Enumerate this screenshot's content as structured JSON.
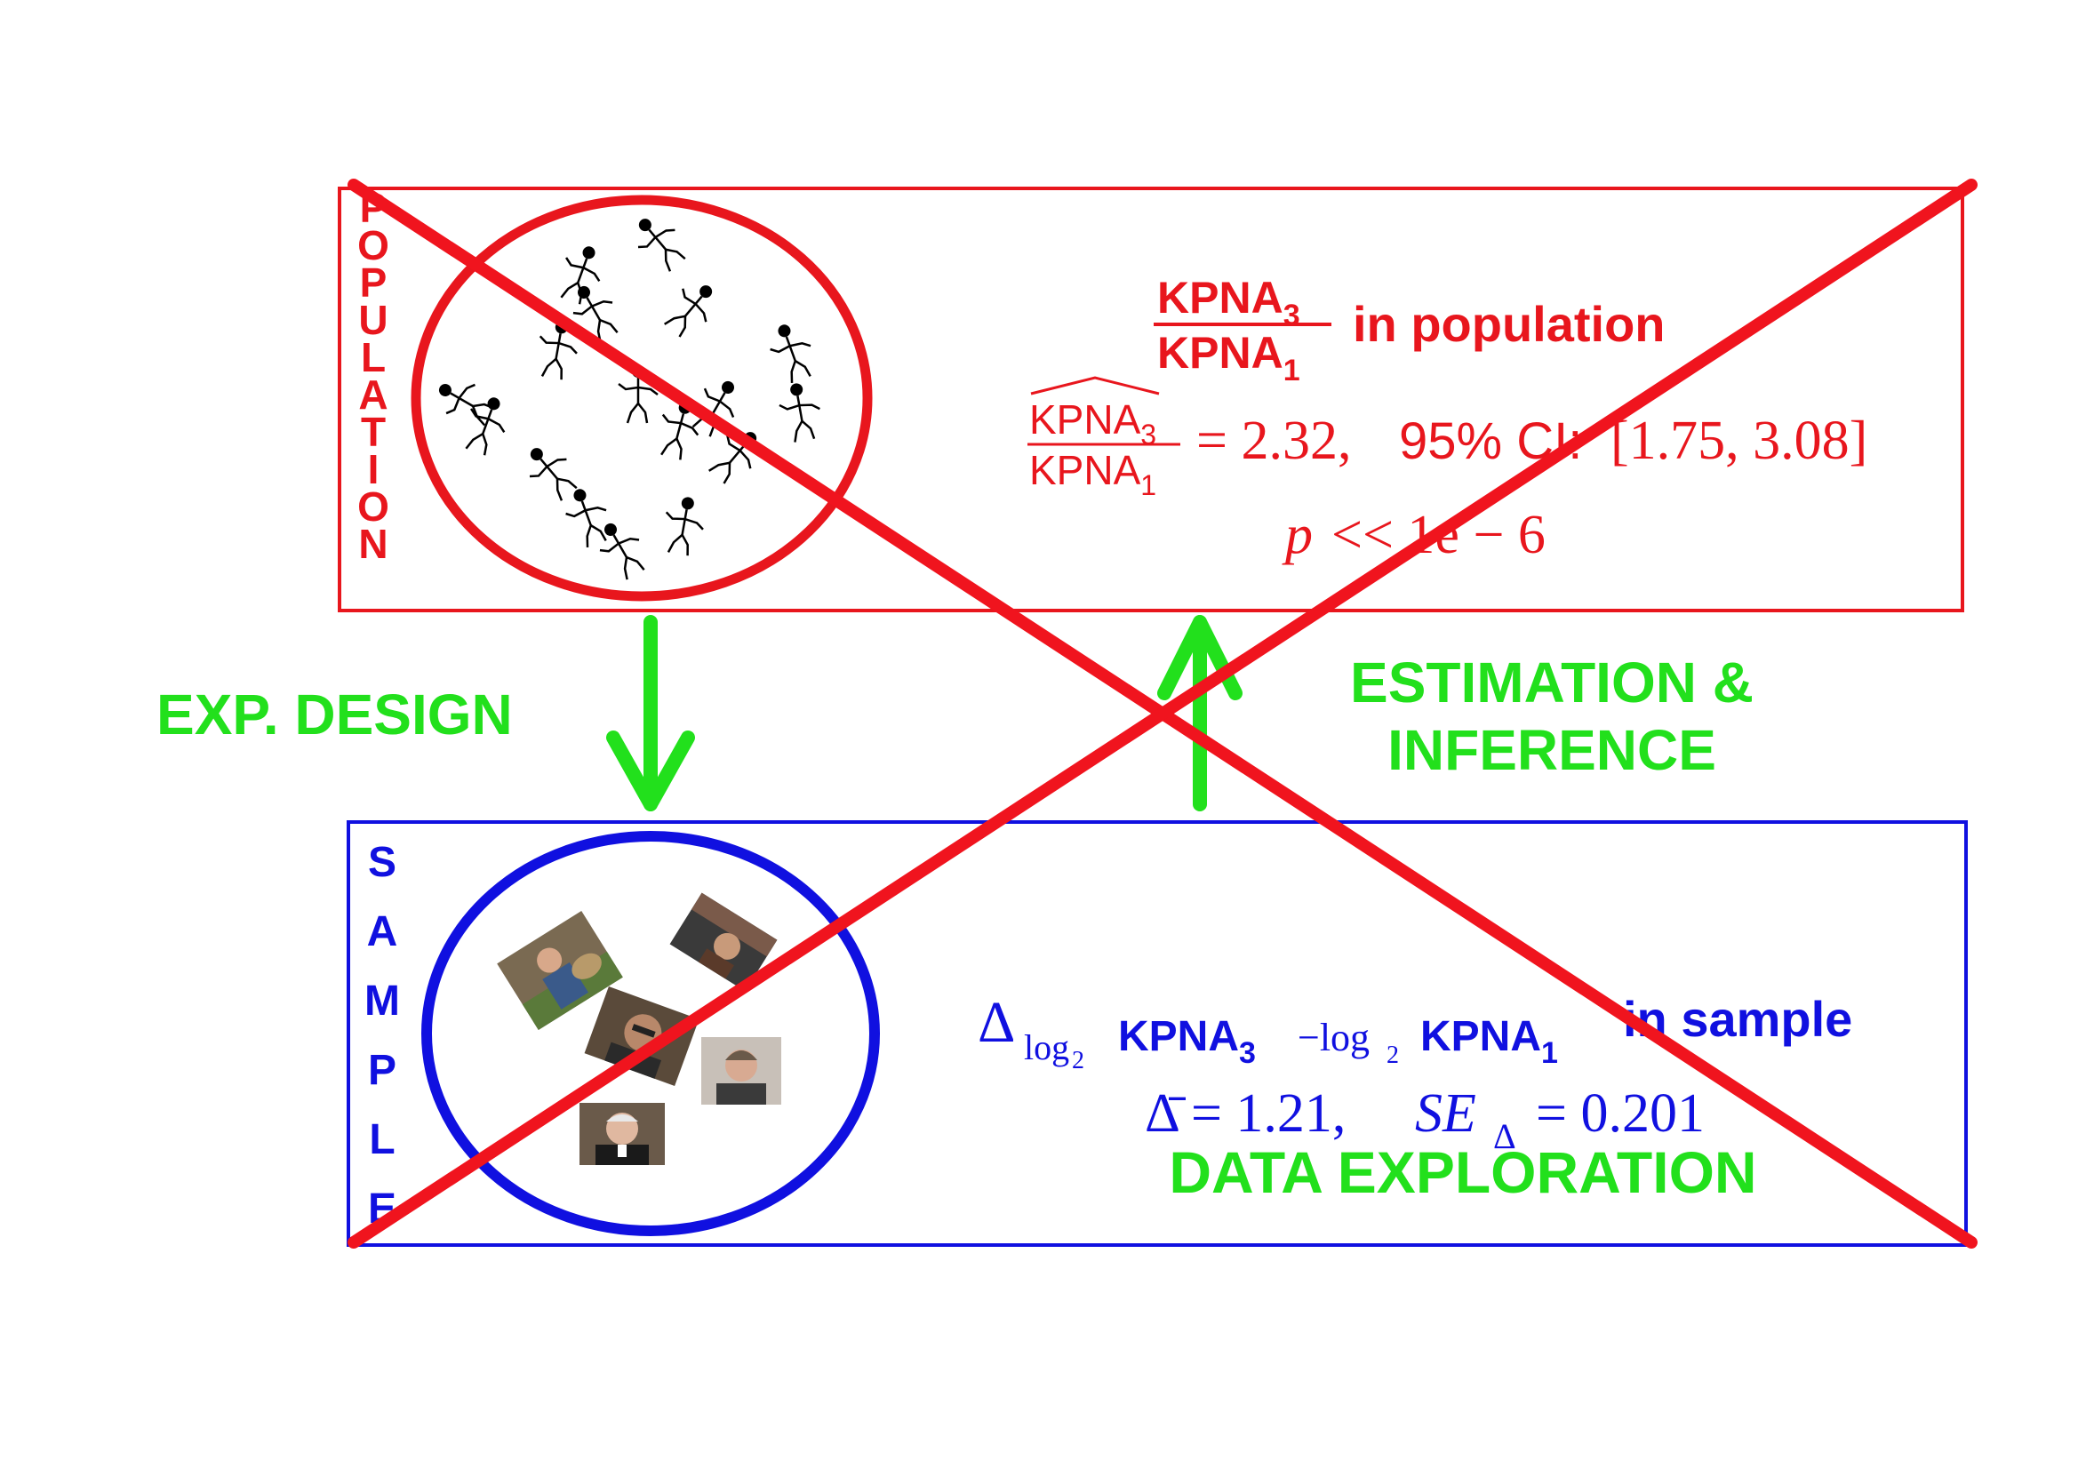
{
  "colors": {
    "population": "#e8161d",
    "sample": "#1010e0",
    "flow": "#22e01c",
    "cross": "#f0141e",
    "ink": "#000000"
  },
  "population": {
    "side_label": "POPULATION",
    "ratio_num": "KPNA",
    "ratio_num_sub": "3",
    "ratio_den": "KPNA",
    "ratio_den_sub": "1",
    "ratio_suffix": "in population",
    "est_num": "KPNA",
    "est_num_sub": "3",
    "est_den": "KPNA",
    "est_den_sub": "1",
    "est_eq": "= 2.32,",
    "ci_label": "95% CI:",
    "ci_value": "[1.75, 3.08]",
    "pvalue_p": "p",
    "pvalue_rest": "<< 1e − 6"
  },
  "sample": {
    "side_label": "SAMPLE",
    "delta": "Δ",
    "delta_sub_log": "log",
    "delta_sub_log_base": "2",
    "delta_sub_a": "KPNA",
    "delta_sub_a_sub": "3",
    "delta_sub_minus": "−log",
    "delta_sub_b_base": "2",
    "delta_sub_b": "KPNA",
    "delta_sub_b_sub": "1",
    "delta_suffix": "in sample",
    "mean_delta": "Δ̄ = 1.21,",
    "se_label": "SE",
    "se_sub": "Δ",
    "se_value": "= 0.201"
  },
  "flows": {
    "design": "EXP. DESIGN",
    "estimation_line1": "ESTIMATION &",
    "estimation_line2": "INFERENCE",
    "exploration": "DATA EXPLORATION"
  },
  "icons": {
    "population_figures": "stick-figure-icon",
    "sample_photos": "portrait-photo-icon"
  }
}
